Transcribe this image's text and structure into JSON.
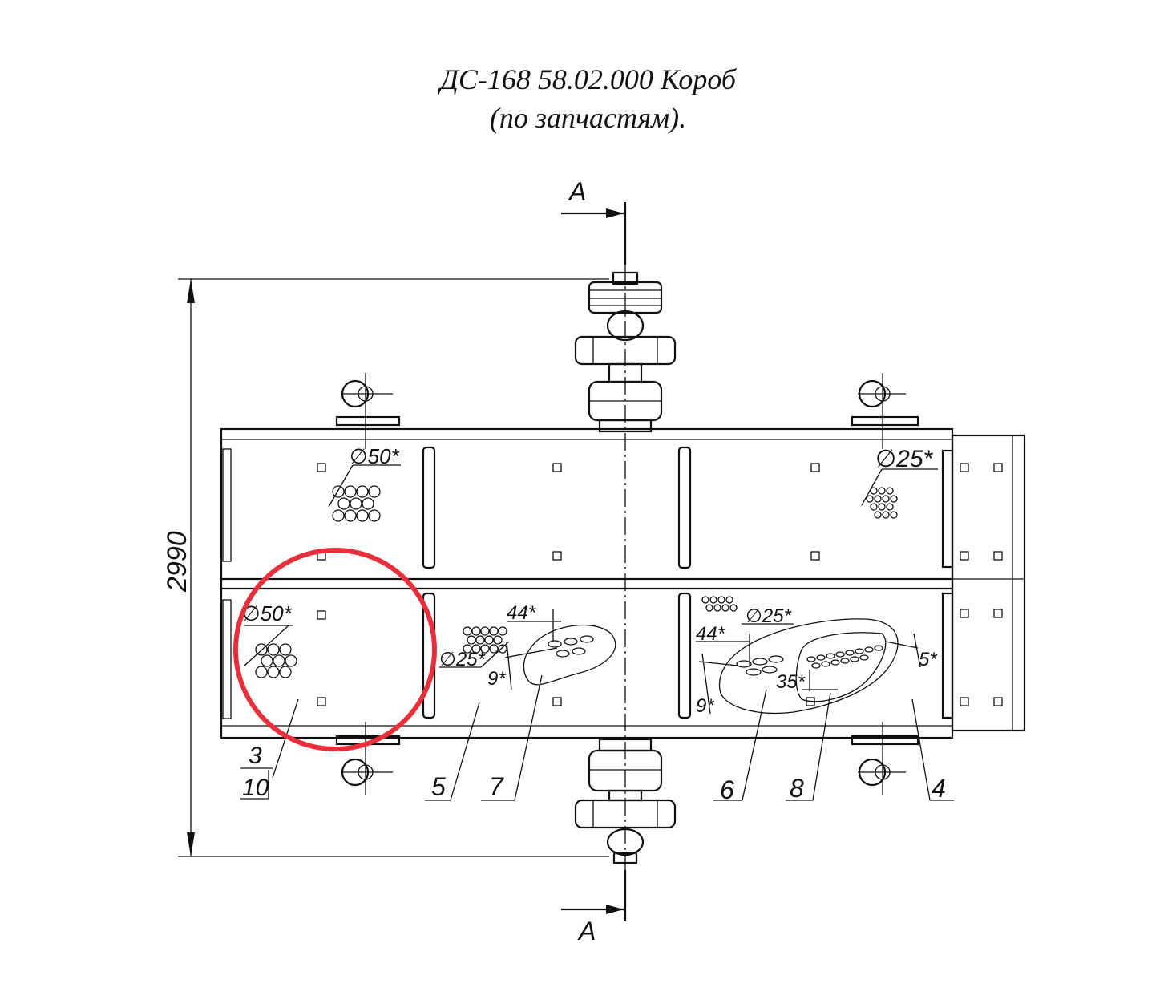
{
  "title": {
    "line1": "ДС-168 58.02.000 Короб",
    "line2": "(по запчастям)."
  },
  "section": {
    "top": "A",
    "bottom": "A"
  },
  "dimension": {
    "height": "2990"
  },
  "dims": {
    "d50_top": "∅50*",
    "d25_top": "∅25*",
    "d50_bottom": "∅50*",
    "d44_mid": "44*",
    "d25_mid": "∅25*",
    "d9_mid": "9*",
    "d25_right": "∅25*",
    "d44_right": "44*",
    "d35_right": "35*",
    "d9_right": "9*",
    "d5_right": "5*"
  },
  "callouts": {
    "p3": "3",
    "p10": "10",
    "p5": "5",
    "p7": "7",
    "p6": "6",
    "p8": "8",
    "p4": "4"
  },
  "highlight": {
    "color": "#e8303c"
  }
}
